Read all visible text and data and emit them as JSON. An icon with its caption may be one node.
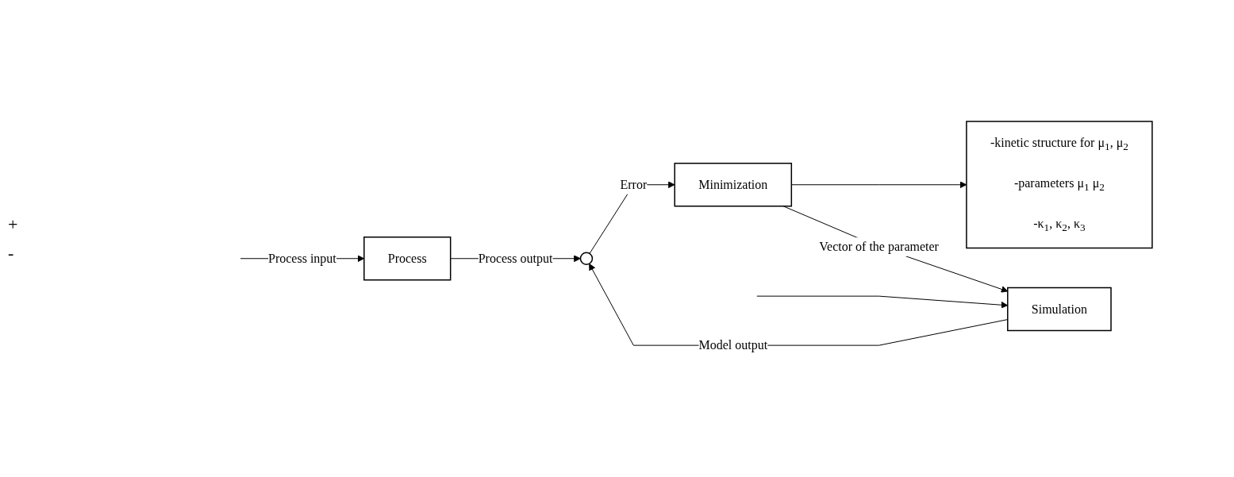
{
  "diagram": {
    "nodes": [
      {
        "text": [
          "Process"
        ]
      },
      {
        "text": [
          "Simulation"
        ]
      },
      {
        "text": [],
        "shape": "circle"
      },
      {
        "text": [
          "Minimization"
        ]
      },
      {
        "text": [
          "-kinetic structure for μ$_{1}$, μ$_{2}$",
          "-parameters μ$_{1}$ μ$_{2}$",
          "-κ$_{1}$, κ$_{2}$, κ$_{3}$"
        ]
      }
    ],
    "edges": [
      {
        "from": null,
        "to": 0,
        "arrow": "to",
        "label": "Process input"
      },
      {
        "from": null,
        "to": 1,
        "arrow": "to"
      },
      {
        "from": 0,
        "to": 2,
        "arrow": "to",
        "label": "Process output"
      },
      {
        "from": 1,
        "to": 2,
        "arrow": "to",
        "label": "Model output"
      },
      {
        "from": 2,
        "to": 3,
        "arrow": "to",
        "label": "Error"
      },
      {
        "from": 3,
        "to": 4,
        "arrow": "to"
      },
      {
        "from": 3,
        "to": 1,
        "arrow": "to",
        "label": "Vector of the parameter"
      }
    ],
    "labels": [
      "+",
      "-"
    ]
  }
}
